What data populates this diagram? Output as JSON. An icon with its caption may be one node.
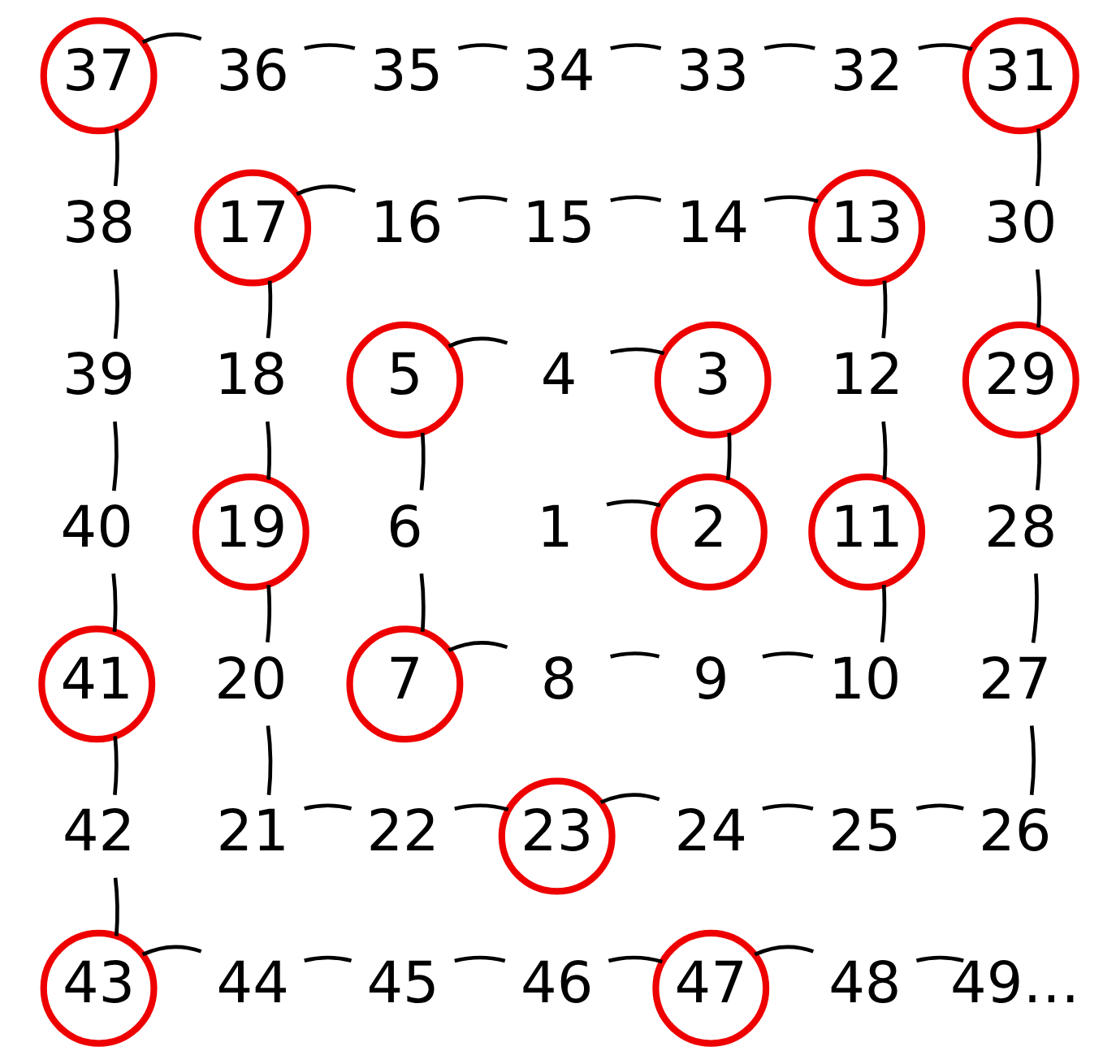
{
  "diagram": {
    "nodes": [
      {
        "text": [
          "1"
        ]
      },
      {
        "text": [
          "2"
        ]
      },
      {
        "text": [
          "3"
        ]
      },
      {
        "text": [
          "4"
        ]
      },
      {
        "text": [
          "5"
        ]
      },
      {
        "text": [
          "6"
        ]
      },
      {
        "text": [
          "7"
        ]
      },
      {
        "text": [
          "8"
        ]
      },
      {
        "text": [
          "9"
        ]
      },
      {
        "text": [
          "10"
        ]
      },
      {
        "text": [
          "11"
        ]
      },
      {
        "text": [
          "12"
        ]
      },
      {
        "text": [
          "13"
        ]
      },
      {
        "text": [
          "14"
        ]
      },
      {
        "text": [
          "15"
        ]
      },
      {
        "text": [
          "16"
        ]
      },
      {
        "text": [
          "17"
        ]
      },
      {
        "text": [
          "18"
        ]
      },
      {
        "text": [
          "19"
        ]
      },
      {
        "text": [
          "20"
        ]
      },
      {
        "text": [
          "21"
        ]
      },
      {
        "text": [
          "22"
        ]
      },
      {
        "text": [
          "23"
        ]
      },
      {
        "text": [
          "24"
        ]
      },
      {
        "text": [
          "25"
        ]
      },
      {
        "text": [
          "26"
        ]
      },
      {
        "text": [
          "27"
        ]
      },
      {
        "text": [
          "28"
        ]
      },
      {
        "text": [
          "29"
        ]
      },
      {
        "text": [
          "30"
        ]
      },
      {
        "text": [
          "31"
        ]
      },
      {
        "text": [
          "32"
        ]
      },
      {
        "text": [
          "33"
        ]
      },
      {
        "text": [
          "34"
        ]
      },
      {
        "text": [
          "35"
        ]
      },
      {
        "text": [
          "36"
        ]
      },
      {
        "text": [
          "37"
        ]
      },
      {
        "text": [
          "38"
        ]
      },
      {
        "text": [
          "39"
        ]
      },
      {
        "text": [
          "40"
        ]
      },
      {
        "text": [
          "41"
        ]
      },
      {
        "text": [
          "42"
        ]
      },
      {
        "text": [
          "43"
        ]
      },
      {
        "text": [
          "44"
        ]
      },
      {
        "text": [
          "45"
        ]
      },
      {
        "text": [
          "46"
        ]
      },
      {
        "text": [
          "47"
        ]
      },
      {
        "text": [
          "48"
        ]
      },
      {
        "text": [
          "49…"
        ]
      }
    ],
    "edges": [
      {
        "from": 0,
        "to": 1,
        "arrow": "none"
      },
      {
        "from": 1,
        "to": 2,
        "arrow": "none"
      },
      {
        "from": 2,
        "to": 3,
        "arrow": "none"
      },
      {
        "from": 3,
        "to": 4,
        "arrow": "none"
      },
      {
        "from": 4,
        "to": 5,
        "arrow": "none"
      },
      {
        "from": 5,
        "to": 6,
        "arrow": "none"
      },
      {
        "from": 6,
        "to": 7,
        "arrow": "none"
      },
      {
        "from": 7,
        "to": 8,
        "arrow": "none"
      },
      {
        "from": 8,
        "to": 9,
        "arrow": "none"
      },
      {
        "from": 9,
        "to": 10,
        "arrow": "none"
      },
      {
        "from": 10,
        "to": 11,
        "arrow": "none"
      },
      {
        "from": 11,
        "to": 12,
        "arrow": "none"
      },
      {
        "from": 12,
        "to": 13,
        "arrow": "none"
      },
      {
        "from": 13,
        "to": 14,
        "arrow": "none"
      },
      {
        "from": 14,
        "to": 15,
        "arrow": "none"
      },
      {
        "from": 15,
        "to": 16,
        "arrow": "none"
      },
      {
        "from": 16,
        "to": 17,
        "arrow": "none"
      },
      {
        "from": 17,
        "to": 18,
        "arrow": "none"
      },
      {
        "from": 18,
        "to": 19,
        "arrow": "none"
      },
      {
        "from": 19,
        "to": 20,
        "arrow": "none"
      },
      {
        "from": 20,
        "to": 21,
        "arrow": "none"
      },
      {
        "from": 21,
        "to": 22,
        "arrow": "none"
      },
      {
        "from": 22,
        "to": 23,
        "arrow": "none"
      },
      {
        "from": 23,
        "to": 24,
        "arrow": "none"
      },
      {
        "from": 24,
        "to": 25,
        "arrow": "none"
      },
      {
        "from": 25,
        "to": 26,
        "arrow": "none"
      },
      {
        "from": 26,
        "to": 27,
        "arrow": "none"
      },
      {
        "from": 27,
        "to": 28,
        "arrow": "none"
      },
      {
        "from": 28,
        "to": 29,
        "arrow": "none"
      },
      {
        "from": 29,
        "to": 30,
        "arrow": "none"
      },
      {
        "from": 30,
        "to": 31,
        "arrow": "none"
      },
      {
        "from": 31,
        "to": 32,
        "arrow": "none"
      },
      {
        "from": 32,
        "to": 33,
        "arrow": "none"
      },
      {
        "from": 33,
        "to": 34,
        "arrow": "none"
      },
      {
        "from": 34,
        "to": 35,
        "arrow": "none"
      },
      {
        "from": 35,
        "to": 36,
        "arrow": "none"
      },
      {
        "from": 36,
        "to": 37,
        "arrow": "none"
      },
      {
        "from": 37,
        "to": 38,
        "arrow": "none"
      },
      {
        "from": 38,
        "to": 39,
        "arrow": "none"
      },
      {
        "from": 39,
        "to": 40,
        "arrow": "none"
      },
      {
        "from": 40,
        "to": 41,
        "arrow": "none"
      },
      {
        "from": 41,
        "to": 42,
        "arrow": "none"
      },
      {
        "from": 42,
        "to": 43,
        "arrow": "none"
      },
      {
        "from": 43,
        "to": 44,
        "arrow": "none"
      },
      {
        "from": 44,
        "to": 45,
        "arrow": "none"
      },
      {
        "from": 45,
        "to": 46,
        "arrow": "none"
      },
      {
        "from": 46,
        "to": 47,
        "arrow": "none"
      },
      {
        "from": 47,
        "to": 48,
        "arrow": "none"
      }
    ]
  }
}
